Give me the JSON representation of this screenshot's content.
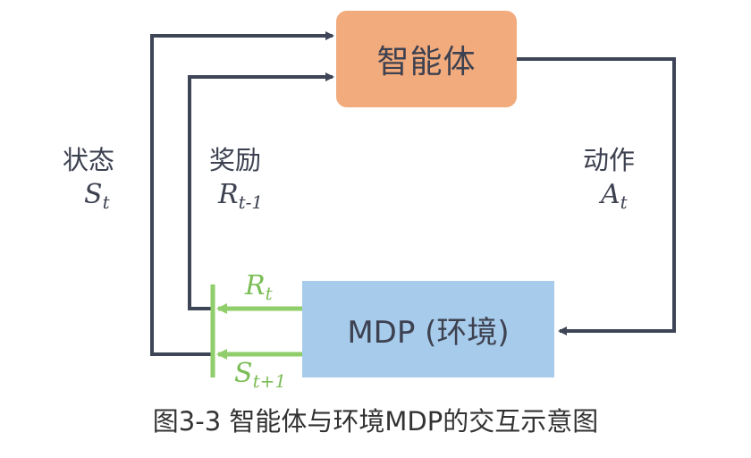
{
  "nodes": {
    "agent": "智能体",
    "environment": "MDP (环境)"
  },
  "labels": {
    "state": "状态",
    "state_symbol": "S",
    "state_sub": "t",
    "reward": "奖励",
    "reward_symbol": "R",
    "reward_sub": "t-1",
    "action": "动作",
    "action_symbol": "A",
    "action_sub": "t",
    "next_reward_symbol": "R",
    "next_reward_sub": "t",
    "next_state_symbol": "S",
    "next_state_sub": "t+1"
  },
  "caption": "图3-3 智能体与环境MDP的交互示意图",
  "colors": {
    "agent_fill": "#f2ab7c",
    "environment_fill": "#a7cbea",
    "arrow_dark": "#3d4556",
    "arrow_green": "#8fce6a",
    "text": "#3d4150"
  }
}
